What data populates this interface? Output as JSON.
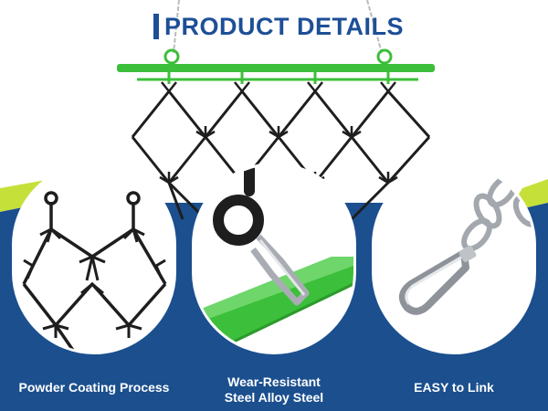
{
  "header": {
    "title": "PRODUCT DETAILS"
  },
  "features": [
    {
      "label": "Powder Coating Process",
      "icon": "chain-mesh-closeup-image"
    },
    {
      "label": "Wear-Resistant\nSteel Alloy Steel",
      "icon": "ring-hook-closeup-image"
    },
    {
      "label": "EASY to Link",
      "icon": "snap-hook-chain-image"
    }
  ],
  "colors": {
    "title": "#1d4f97",
    "band": "#1b4f8e",
    "accent": "#c6e03a",
    "frame": "#3cbf3a",
    "mesh": "#1e1e1e"
  }
}
